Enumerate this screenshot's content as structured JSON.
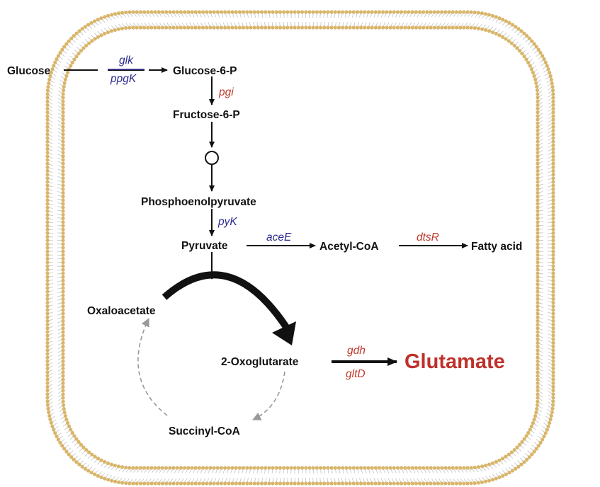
{
  "metabolites": {
    "glucose": "Glucose",
    "glucose6p": "Glucose-6-P",
    "fructose6p": "Fructose-6-P",
    "pep": "Phosphoenolpyruvate",
    "pyruvate": "Pyruvate",
    "acetylcoa": "Acetyl-CoA",
    "fattyacid": "Fatty acid",
    "oxaloacetate": "Oxaloacetate",
    "oxoglutarate": "2-Oxoglutarate",
    "succinylcoa": "Succinyl-CoA",
    "glutamate": "Glutamate"
  },
  "enzymes": {
    "glk": "glk",
    "ppgk": "ppgK",
    "pgi": "pgi",
    "pyk": "pyK",
    "acee": "aceE",
    "dtsr": "dtsR",
    "gdh": "gdh",
    "gltd": "gltD"
  },
  "colors": {
    "red_gene": "#c0392b",
    "blue_gene": "#2a2a8f",
    "glutamate": "#c0302a",
    "arrow": "#111111",
    "dashed_arrow": "#999999",
    "membrane_head": "#d8b56a",
    "membrane_tail": "#c8c8c8"
  }
}
